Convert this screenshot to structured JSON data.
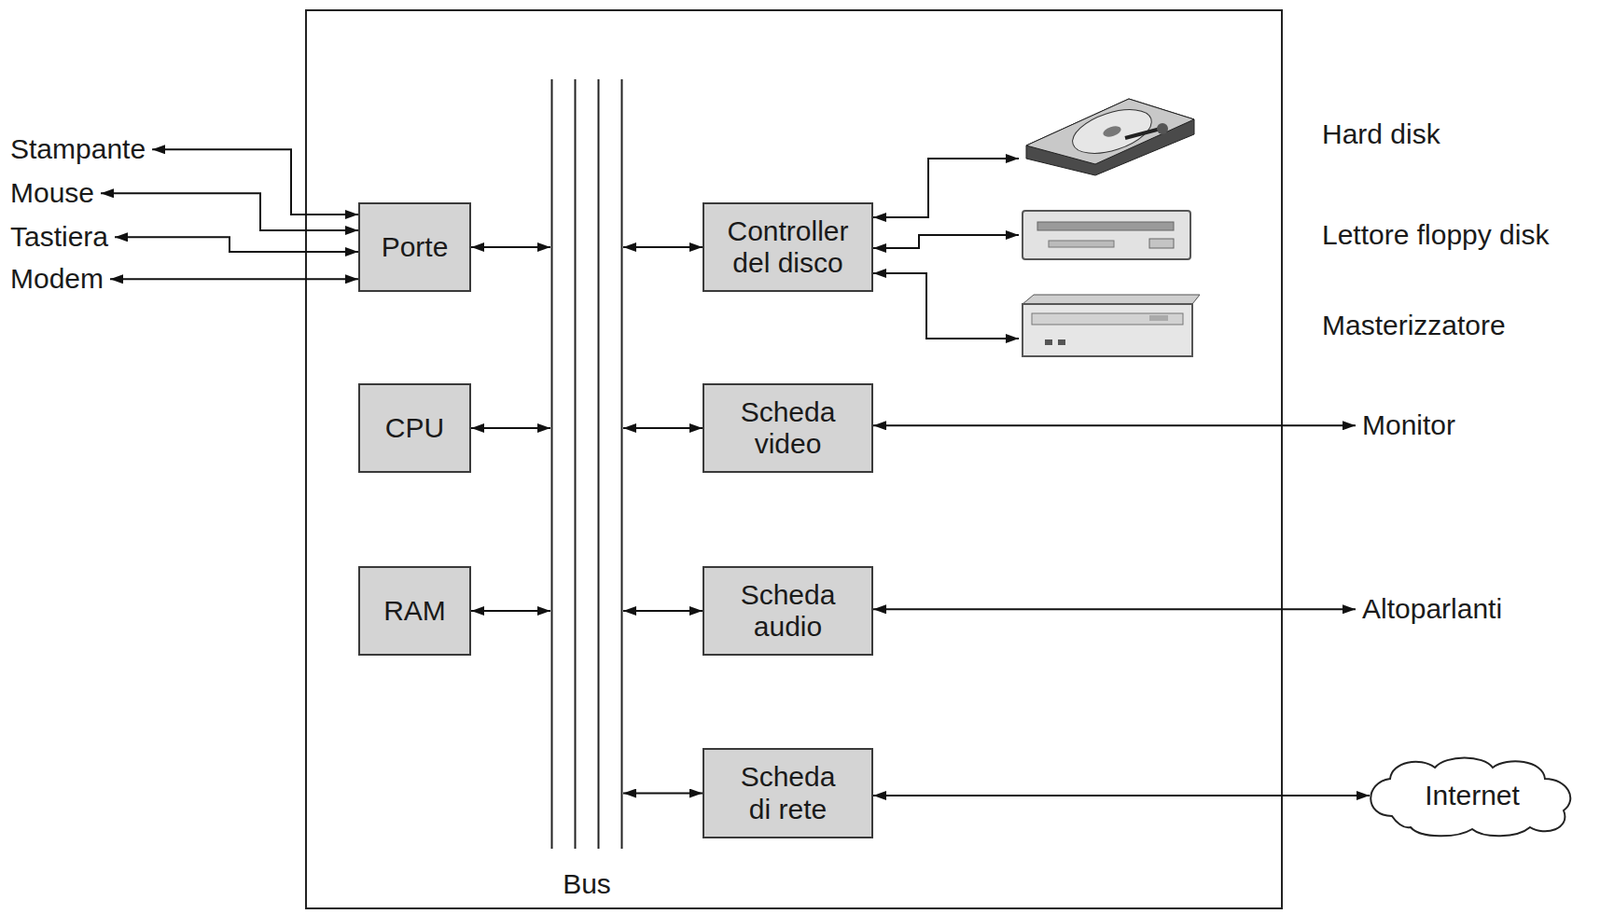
{
  "diagram": {
    "nodes": [
      {
        "text": [
          "Stampante"
        ]
      },
      {
        "text": [
          "Mouse"
        ]
      },
      {
        "text": [
          "Tastiera"
        ]
      },
      {
        "text": [
          "Modem"
        ]
      },
      {
        "text": [
          "Porte"
        ]
      },
      {
        "text": [
          "CPU"
        ]
      },
      {
        "text": [
          "RAM"
        ]
      },
      {
        "text": [
          "Bus"
        ]
      },
      {
        "text": [
          "Controller del disco"
        ]
      },
      {
        "text": [
          "Hard disk"
        ]
      },
      {
        "text": [
          "Lettore floppy disk"
        ]
      },
      {
        "text": [
          "Masterizzatore"
        ]
      },
      {
        "text": [
          "Scheda video"
        ]
      },
      {
        "text": [
          "Monitor"
        ]
      },
      {
        "text": [
          "Scheda audio"
        ]
      },
      {
        "text": [
          "Altoparlanti"
        ]
      },
      {
        "text": [
          "Scheda di rete"
        ]
      },
      {
        "text": [
          "Internet"
        ]
      }
    ],
    "edges": [
      {
        "from": 0,
        "to": 4,
        "arrow": "both"
      },
      {
        "from": 1,
        "to": 4,
        "arrow": "both"
      },
      {
        "from": 2,
        "to": 4,
        "arrow": "both"
      },
      {
        "from": 3,
        "to": 4,
        "arrow": "both"
      },
      {
        "from": 4,
        "to": 7,
        "arrow": "both"
      },
      {
        "from": 5,
        "to": 7,
        "arrow": "both"
      },
      {
        "from": 6,
        "to": 7,
        "arrow": "both"
      },
      {
        "from": 7,
        "to": 8,
        "arrow": "both"
      },
      {
        "from": 8,
        "to": 9,
        "arrow": "both"
      },
      {
        "from": 8,
        "to": 10,
        "arrow": "both"
      },
      {
        "from": 8,
        "to": 11,
        "arrow": "both"
      },
      {
        "from": 7,
        "to": 12,
        "arrow": "both"
      },
      {
        "from": 12,
        "to": 13,
        "arrow": "both"
      },
      {
        "from": 7,
        "to": 14,
        "arrow": "both"
      },
      {
        "from": 14,
        "to": 15,
        "arrow": "both"
      },
      {
        "from": 7,
        "to": 16,
        "arrow": "both"
      },
      {
        "from": 16,
        "to": 17,
        "arrow": "both"
      }
    ]
  }
}
